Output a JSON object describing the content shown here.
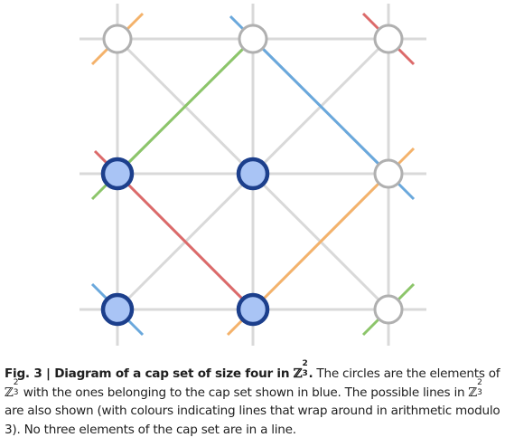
{
  "diagram": {
    "grid_points": [
      {
        "col": 0,
        "row": 0,
        "cap": false
      },
      {
        "col": 1,
        "row": 0,
        "cap": false
      },
      {
        "col": 2,
        "row": 0,
        "cap": false
      },
      {
        "col": 0,
        "row": 1,
        "cap": true
      },
      {
        "col": 1,
        "row": 1,
        "cap": true
      },
      {
        "col": 2,
        "row": 1,
        "cap": false
      },
      {
        "col": 0,
        "row": 2,
        "cap": true
      },
      {
        "col": 1,
        "row": 2,
        "cap": true
      },
      {
        "col": 2,
        "row": 2,
        "cap": false
      }
    ],
    "colors": {
      "grid": "#d9d9d9",
      "cap_fill": "#a9c4f5",
      "cap_stroke": "#1c3f8c",
      "other_fill": "#ffffff",
      "other_stroke": "#b0b0b0",
      "orange": "#f4b26b",
      "green": "#8cc56a",
      "blue": "#6aa8dc",
      "red": "#dc6a6a"
    }
  },
  "caption": {
    "fig_label": "Fig. 3 | Diagram of a cap set of size four in ",
    "z_symbol": "ℤ",
    "z_sup": "2",
    "z_sub": "3",
    "bold_end": ".",
    "part1": " The circles are the elements of ",
    "part2": " with the ones belonging to the cap set shown in blue. The possible lines in ",
    "part3": " are also shown (with colours indicating lines that wrap around in arithmetic modulo 3). No three elements of the cap set are in a line."
  }
}
